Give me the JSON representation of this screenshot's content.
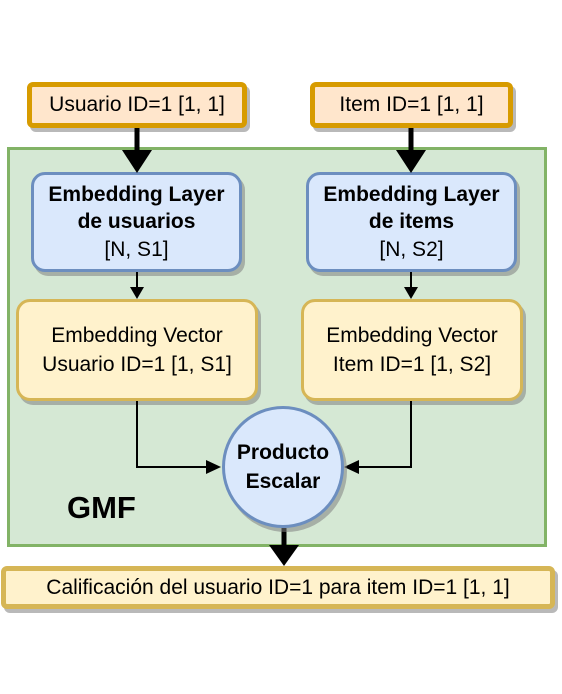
{
  "user_input": "Usuario ID=1 [1, 1]",
  "item_input": "Item ID=1 [1, 1]",
  "user_embedding_layer": {
    "title_line1": "Embedding Layer",
    "title_line2": "de usuarios",
    "shape": "[N, S1]"
  },
  "item_embedding_layer": {
    "title_line1": "Embedding Layer",
    "title_line2": "de items",
    "shape": "[N, S2]"
  },
  "user_embedding_vector": {
    "line1": "Embedding Vector",
    "line2": "Usuario ID=1 [1, S1]"
  },
  "item_embedding_vector": {
    "line1": "Embedding Vector",
    "line2": "Item ID=1 [1, S2]"
  },
  "dot_product": {
    "line1": "Producto",
    "line2": "Escalar"
  },
  "container_label": "GMF",
  "output": "Calificación del usuario ID=1 para item ID=1 [1, 1]",
  "colors": {
    "container_fill": "#d5e8d4",
    "container_stroke": "#82b366",
    "input_fill": "#ffe6cc",
    "input_stroke": "#d79b00",
    "layer_fill": "#dae8fc",
    "layer_stroke": "#6c8ebf",
    "vector_fill": "#fff2cc",
    "vector_stroke": "#d6b656"
  }
}
